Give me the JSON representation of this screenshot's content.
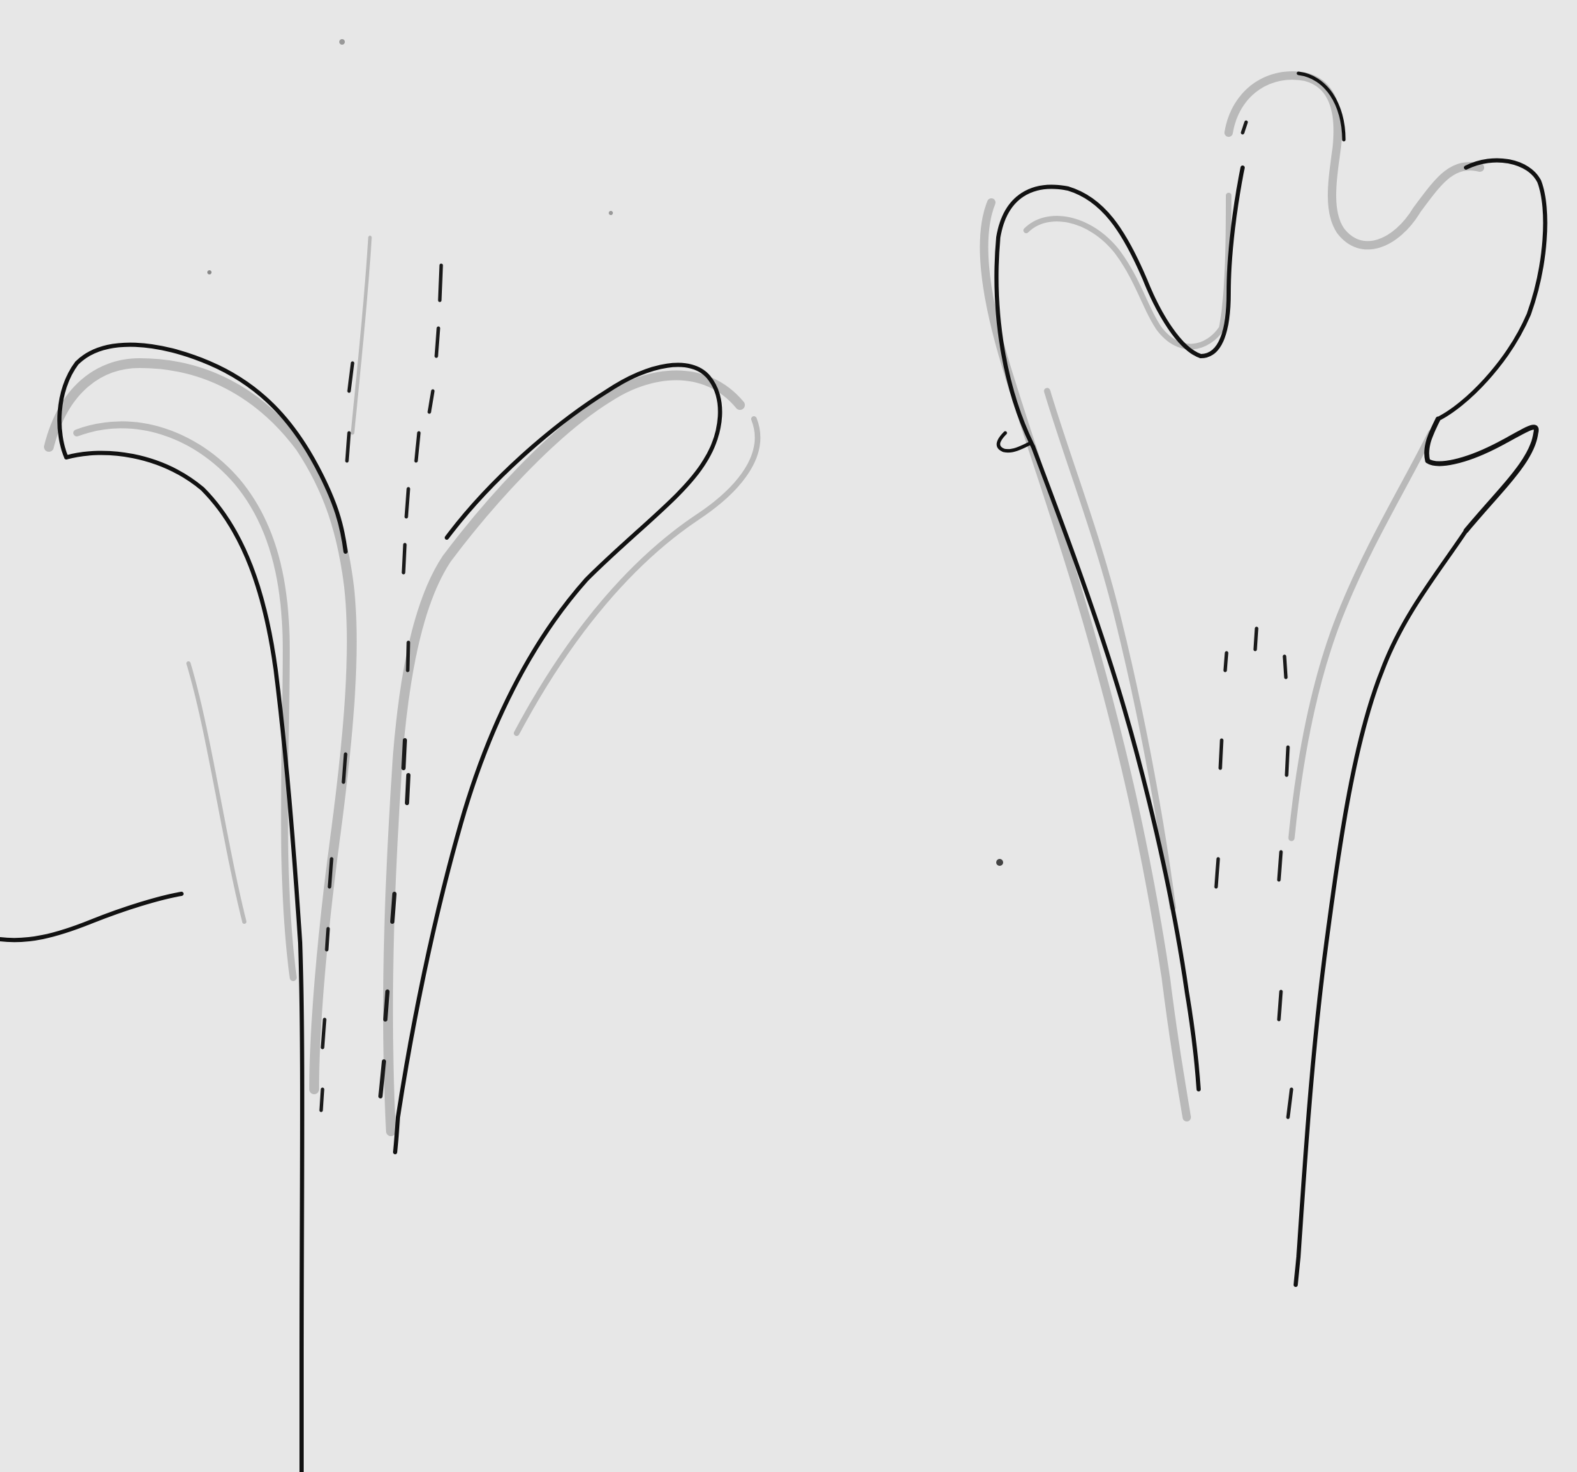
{
  "image": {
    "kind": "pen-and-pencil sketch",
    "background_color": "#e7e7e7",
    "ink_color": "#111111",
    "pencil_color": "#b9b9b9"
  },
  "figures": [
    {
      "name": "two-lobed-structure",
      "lobes": 2
    },
    {
      "name": "four-lobed-structure",
      "lobes": 4
    }
  ]
}
